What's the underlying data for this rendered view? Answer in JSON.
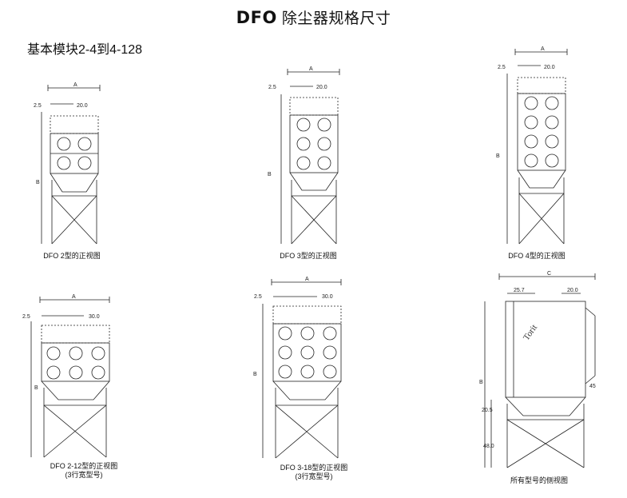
{
  "title": {
    "brand": "DFO",
    "text": "除尘器规格尺寸"
  },
  "subtitle": "基本模块2-4到4-128",
  "labels": {
    "a": "A",
    "b": "B",
    "c": "C",
    "d2_5": "2.5",
    "d20": "20.0",
    "d30": "30.0",
    "d25_7": "25.7",
    "d20_5": "20.5",
    "d48": "48.0",
    "d45": "45"
  },
  "logo": "Torit",
  "captions": {
    "dfo2": "DFO 2型的正视图",
    "dfo3": "DFO 3型的正视图",
    "dfo4": "DFO 4型的正视图",
    "dfo212": [
      "DFO 2-12型的正视图",
      "(3行宽型号)"
    ],
    "dfo318": [
      "DFO 3-18型的正视图",
      "(3行宽型号)"
    ],
    "side": "所有型号的侧视图"
  }
}
